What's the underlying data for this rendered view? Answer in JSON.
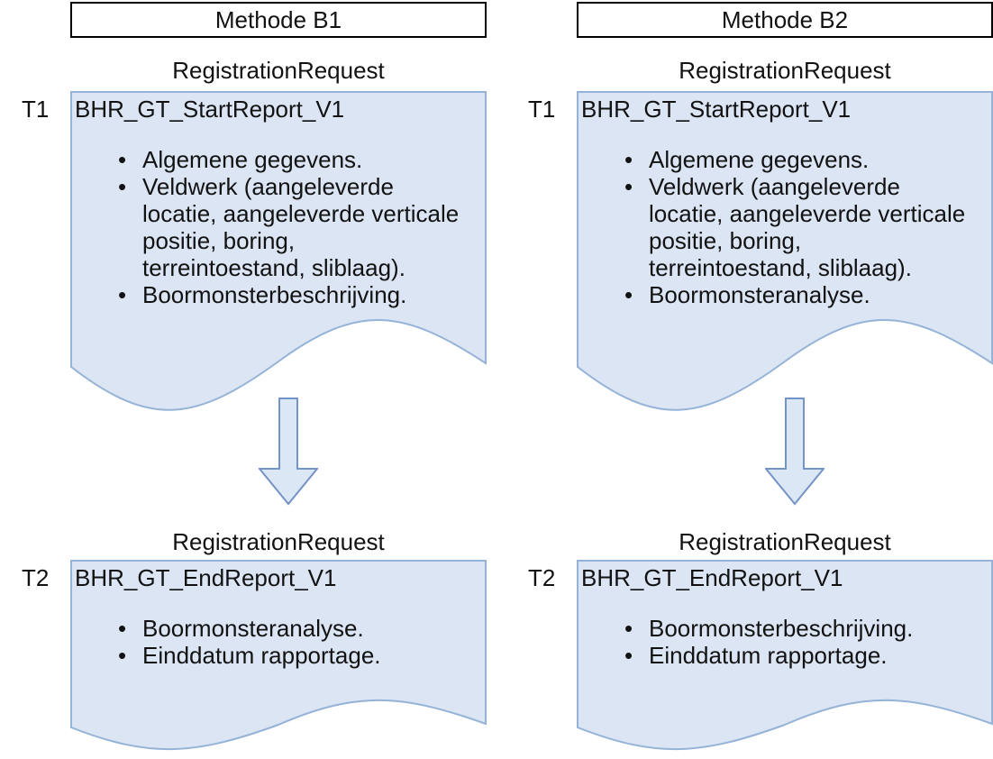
{
  "diagram_title": "BHR-GT registration methods",
  "colors": {
    "document_fill": "#dbe5f3",
    "document_border": "#95b3d7",
    "arrow_fill": "#dce7f6",
    "arrow_border": "#7493c6",
    "header_border": "#000000",
    "text": "#121212"
  },
  "columns": [
    {
      "method_label": "Methode B1",
      "t1": {
        "request_label": "RegistrationRequest",
        "time_label": "T1",
        "title": "BHR_GT_StartReport_V1",
        "bullets": [
          "Algemene gegevens.",
          "Veldwerk (aangeleverde locatie, aangeleverde verticale positie, boring, terreintoestand, sliblaag).",
          "Boormonsterbeschrijving."
        ]
      },
      "t2": {
        "request_label": "RegistrationRequest",
        "time_label": "T2",
        "title": "BHR_GT_EndReport_V1",
        "bullets": [
          "Boormonsteranalyse.",
          "Einddatum rapportage."
        ]
      }
    },
    {
      "method_label": "Methode B2",
      "t1": {
        "request_label": "RegistrationRequest",
        "time_label": "T1",
        "title": "BHR_GT_StartReport_V1",
        "bullets": [
          "Algemene gegevens.",
          "Veldwerk (aangeleverde locatie, aangeleverde verticale positie, boring, terreintoestand, sliblaag).",
          "Boormonsteranalyse."
        ]
      },
      "t2": {
        "request_label": "RegistrationRequest",
        "time_label": "T2",
        "title": "BHR_GT_EndReport_V1",
        "bullets": [
          "Boormonsterbeschrijving.",
          "Einddatum rapportage."
        ]
      }
    }
  ]
}
